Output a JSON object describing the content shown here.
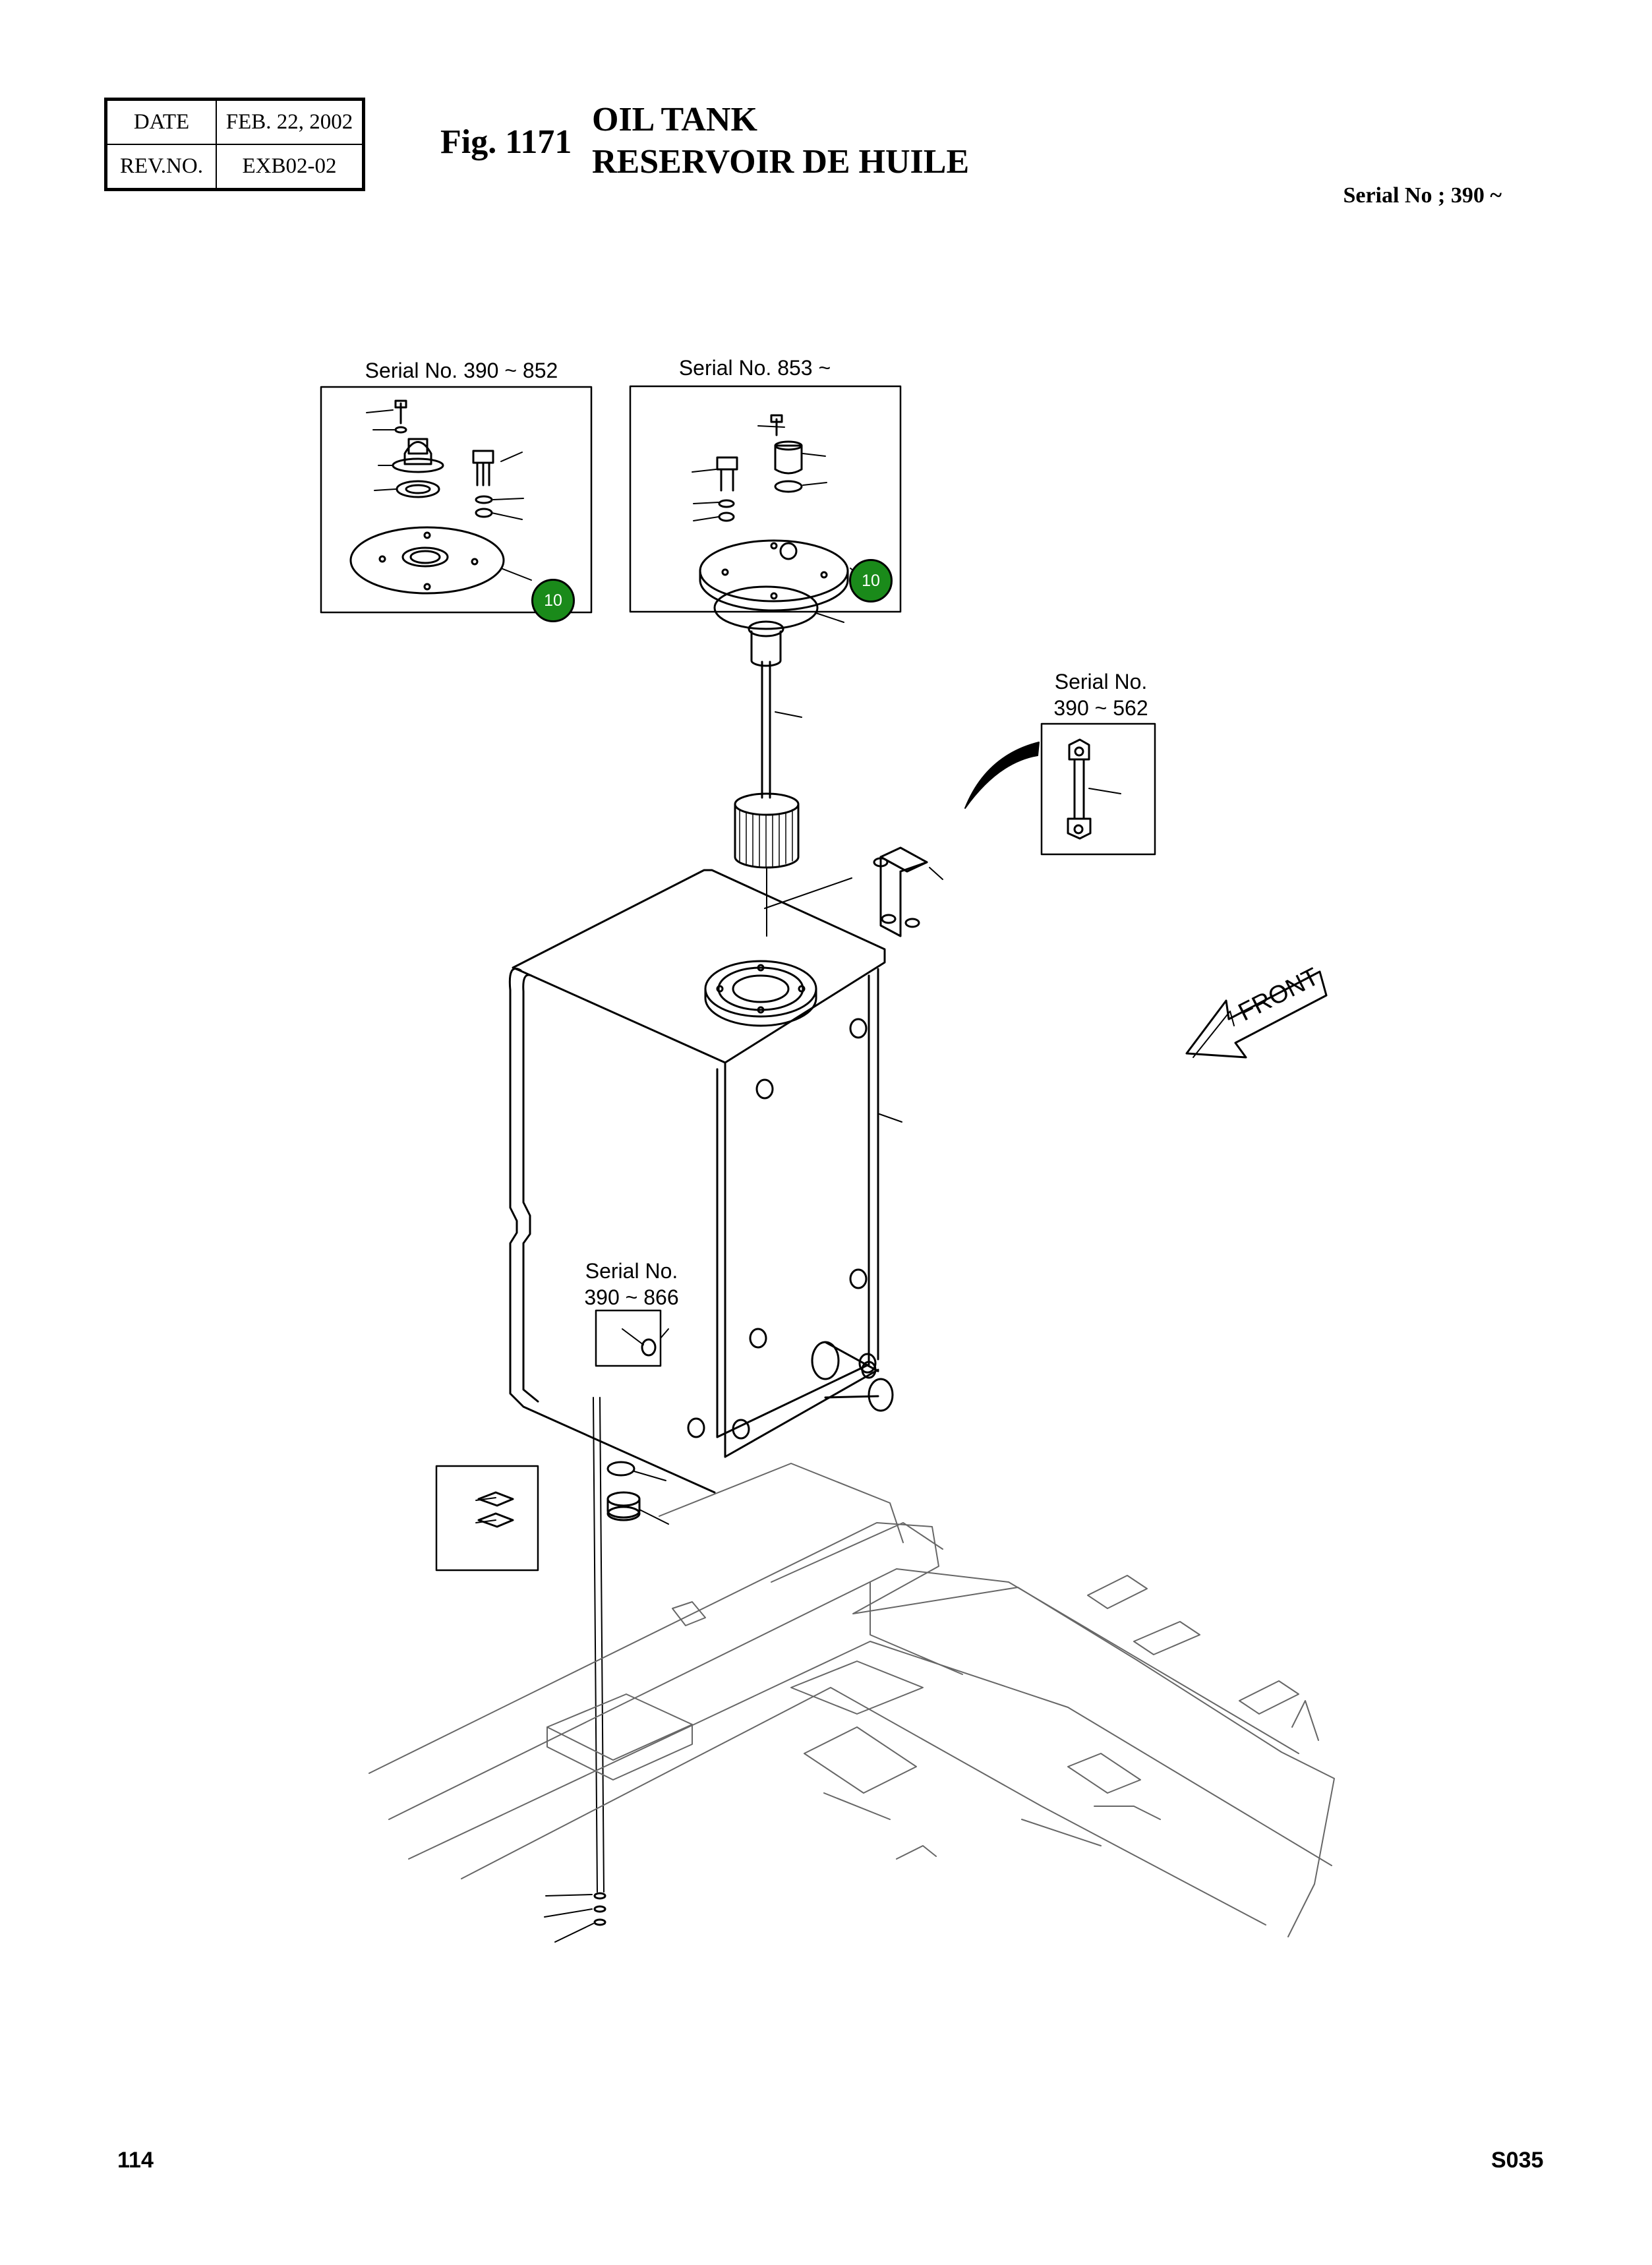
{
  "header": {
    "date_label": "DATE",
    "date_value": "FEB. 22, 2002",
    "rev_label": "REV.NO.",
    "rev_value": "EXB02-02"
  },
  "figure": {
    "number": "Fig. 1171",
    "title_en": "OIL TANK",
    "title_fr": "RESERVOIR DE HUILE",
    "serial_range": "Serial No ; 390 ~"
  },
  "insets": {
    "cap_old_label": "Serial No. 390 ~ 852",
    "cap_new_label": "Serial No. 853 ~",
    "bracket_label_line1": "Serial No.",
    "bracket_label_line2": "390 ~ 562",
    "drain_label_line1": "Serial No.",
    "drain_label_line2": "390 ~ 866"
  },
  "callouts": {
    "badge_1": "10",
    "badge_2": "10"
  },
  "direction": {
    "front_label": "FRONT"
  },
  "footer": {
    "page_number": "114",
    "page_code": "S035"
  },
  "colors": {
    "line": "#000000",
    "frame_line": "#666666",
    "badge_fill": "#1a8a1a",
    "badge_text": "#ffffff"
  }
}
